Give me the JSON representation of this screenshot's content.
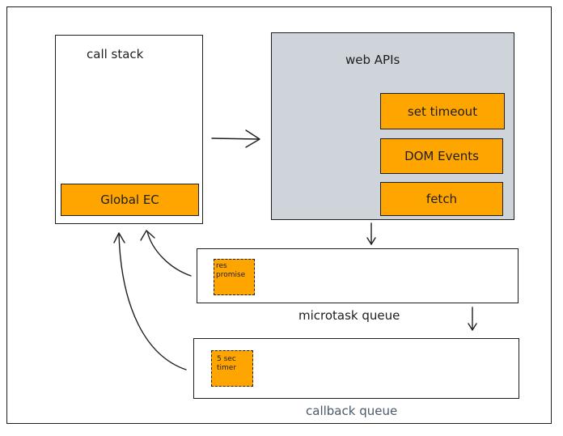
{
  "call_stack": {
    "title": "call stack",
    "items": [
      "Global EC"
    ]
  },
  "web_apis": {
    "title": "web APIs",
    "items": [
      "set timeout",
      "DOM Events",
      "fetch"
    ]
  },
  "microtask_queue": {
    "label": "microtask queue",
    "items": [
      "res promise"
    ]
  },
  "callback_queue": {
    "label": "callback queue",
    "items": [
      "5 sec timer"
    ]
  },
  "colors": {
    "item_fill": "#ffa500",
    "web_apis_fill": "#ced4da",
    "callback_label": "#4a5a6a",
    "stroke": "#1e1e1e"
  }
}
